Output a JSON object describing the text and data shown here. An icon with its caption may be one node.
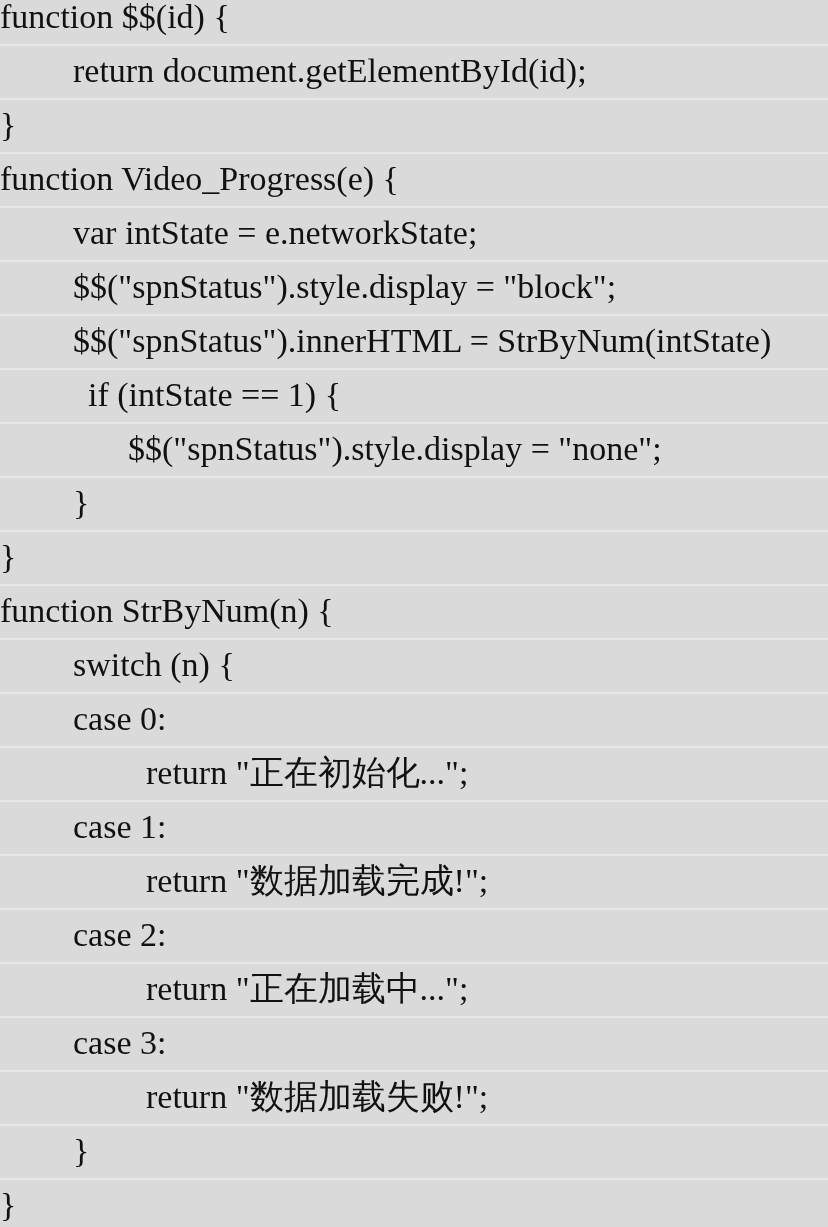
{
  "diagram": {
    "labels": [
      "function $$(id) {",
      "return document.getElementById(id);",
      "}",
      "function Video_Progress(e) {",
      "var intState = e.networkState;",
      "$$(\"spnStatus\").style.display = \"block\";",
      "$$(\"spnStatus\").innerHTML = StrByNum(intState)",
      "if (intState == 1) {",
      "$$(\"spnStatus\").style.display = \"none\";",
      "}",
      "}",
      "function StrByNum(n) {",
      "switch (n) {",
      "case 0:",
      "return \"正在初始化...\";",
      "case 1:",
      "return \"数据加载完成!\";",
      "case 2:",
      "return \"正在加载中...\";",
      "case 3:",
      "return \"数据加载失败!\";",
      "}",
      "}"
    ]
  }
}
